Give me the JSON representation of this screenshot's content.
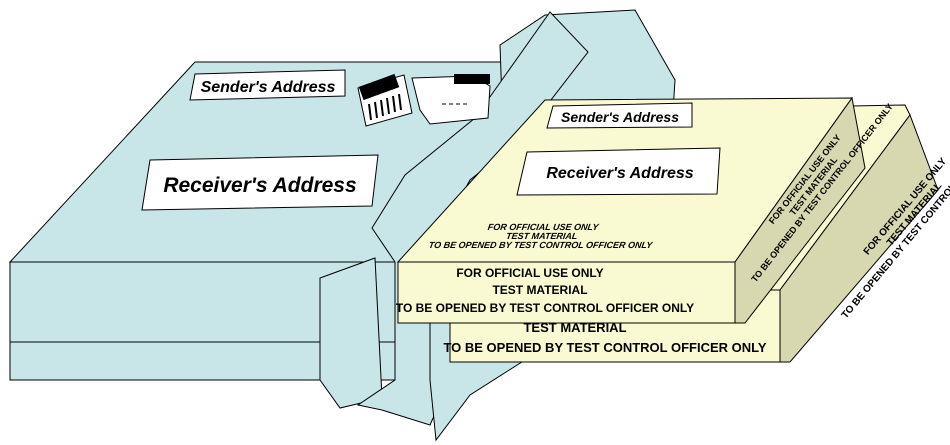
{
  "colors": {
    "outer_box": "#c8e6e8",
    "inner_box": "#fafad2",
    "inner_box_side": "#d8d8b0",
    "label_bg": "#ffffff",
    "stroke": "#000000"
  },
  "outer_box": {
    "sender_label": "Sender's Address",
    "receiver_label": "Receiver's Address",
    "postage_icon": "postage-stamp-barcode-icon"
  },
  "inner_box_front": {
    "sender_label": "Sender's Address",
    "receiver_label": "Receiver's Address",
    "top_lines": [
      "FOR OFFICIAL USE ONLY",
      "TEST MATERIAL",
      "TO BE OPENED BY TEST CONTROL OFFICER ONLY"
    ],
    "front_lines": [
      "FOR OFFICIAL USE ONLY",
      "TEST MATERIAL",
      "TO BE OPENED BY TEST CONTROL OFFICER ONLY"
    ],
    "side_lines": [
      "FOR OFFICIAL USE ONLY",
      "TEST MATERIAL",
      "TO BE OPENED BY TEST CONTROL OFFICER ONLY"
    ]
  },
  "inner_box_back": {
    "front_lines": [
      "TEST MATERIAL",
      "TO BE OPENED BY TEST CONTROL OFFICER ONLY"
    ],
    "side_lines": [
      "FOR OFFICIAL USE ONLY",
      "TEST MATERIAL",
      "TO BE OPENED BY TEST CONTROL OFFICER ONLY"
    ]
  }
}
